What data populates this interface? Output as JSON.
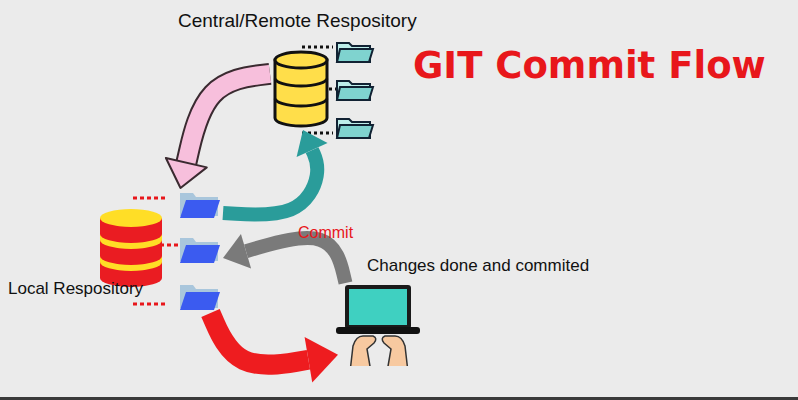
{
  "diagram": {
    "title": "GIT Commit Flow",
    "nodes": [
      {
        "text": [
          "Central/Remote Respository"
        ]
      },
      {
        "text": [
          "Local Respository"
        ]
      },
      {
        "text": [
          "Changes done and commited"
        ]
      }
    ],
    "edges": [
      {
        "from": 0,
        "to": 1,
        "arrow": "to"
      },
      {
        "from": 1,
        "to": 0,
        "arrow": "to"
      },
      {
        "from": 2,
        "to": 1,
        "label": "Commit",
        "arrow": "to"
      },
      {
        "from": 1,
        "to": 2,
        "arrow": "to"
      }
    ]
  }
}
